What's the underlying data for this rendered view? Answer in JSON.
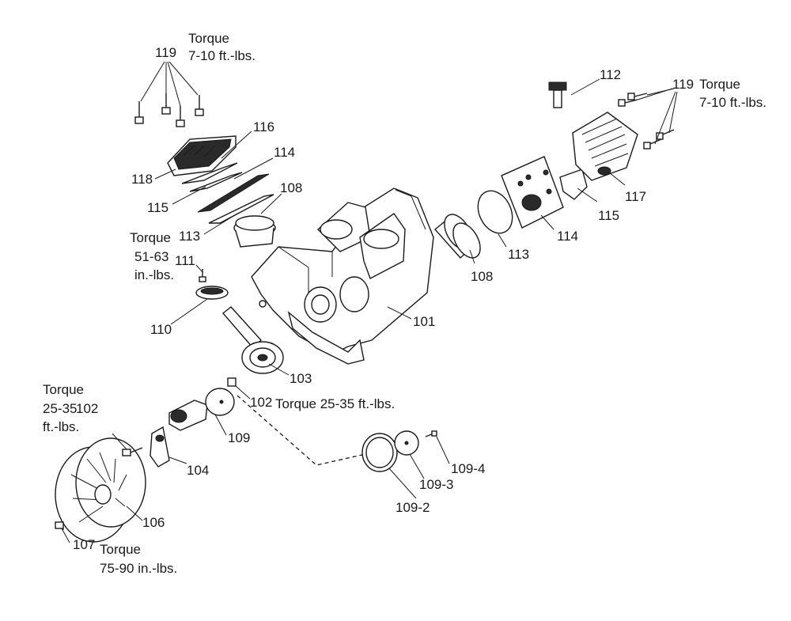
{
  "labels": {
    "p101": "101",
    "p102a": "102",
    "p102b": "102",
    "p103": "103",
    "p104": "104",
    "p106": "106",
    "p107": "107",
    "p108a": "108",
    "p108b": "108",
    "p109": "109",
    "p109_2": "109-2",
    "p109_3": "109-3",
    "p109_4": "109-4",
    "p110": "110",
    "p111": "111",
    "p112": "112",
    "p113a": "113",
    "p113b": "113",
    "p114a": "114",
    "p114b": "114",
    "p115a": "115",
    "p115b": "115",
    "p116": "116",
    "p117": "117",
    "p118": "118",
    "p119a": "119",
    "p119b": "119"
  },
  "torque": {
    "head_left": {
      "line1": "Torque",
      "line2": "7-10 ft.-lbs."
    },
    "head_right": {
      "line1": "Torque",
      "line2": "7-10 ft.-lbs."
    },
    "rod": {
      "line1": "Torque",
      "line2": "51-63",
      "line3": "in.-lbs."
    },
    "crank": "Torque 25-35 ft.-lbs.",
    "fan_bolt": {
      "line1": "Torque",
      "line2": "25-35",
      "line3": "ft.-lbs."
    },
    "fan_nut": {
      "line1": "Torque",
      "line2": "75-90 in.-lbs."
    }
  },
  "icons": {
    "crankcase": "crankcase-icon",
    "fan": "fan-icon",
    "cylinder_head": "cylinder-head-icon",
    "valve_plate": "valve-plate-icon",
    "gasket": "gasket-icon",
    "sleeve": "cylinder-sleeve-icon",
    "bolt": "bolt-icon"
  }
}
